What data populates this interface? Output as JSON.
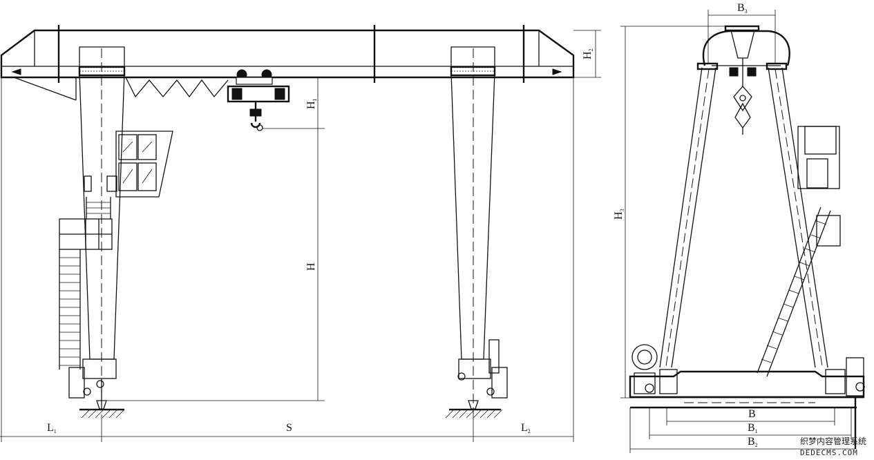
{
  "front_view": {
    "dimension_labels": {
      "L1": {
        "main": "L",
        "sub": "1"
      },
      "S": {
        "main": "S",
        "sub": ""
      },
      "L2": {
        "main": "L",
        "sub": "2"
      },
      "H": {
        "main": "H",
        "sub": ""
      },
      "H1": {
        "main": "H",
        "sub": "1"
      },
      "H2": {
        "main": "H",
        "sub": "2"
      }
    }
  },
  "side_view": {
    "dimension_labels": {
      "B3": {
        "main": "B",
        "sub": "3"
      },
      "H3": {
        "main": "H",
        "sub": "3"
      },
      "B": {
        "main": "B",
        "sub": ""
      },
      "B1": {
        "main": "B",
        "sub": "1"
      },
      "B2": {
        "main": "B",
        "sub": "2"
      }
    }
  },
  "watermark": {
    "line1": "织梦内容管理系统",
    "line2": "DEDECMS.COM"
  }
}
